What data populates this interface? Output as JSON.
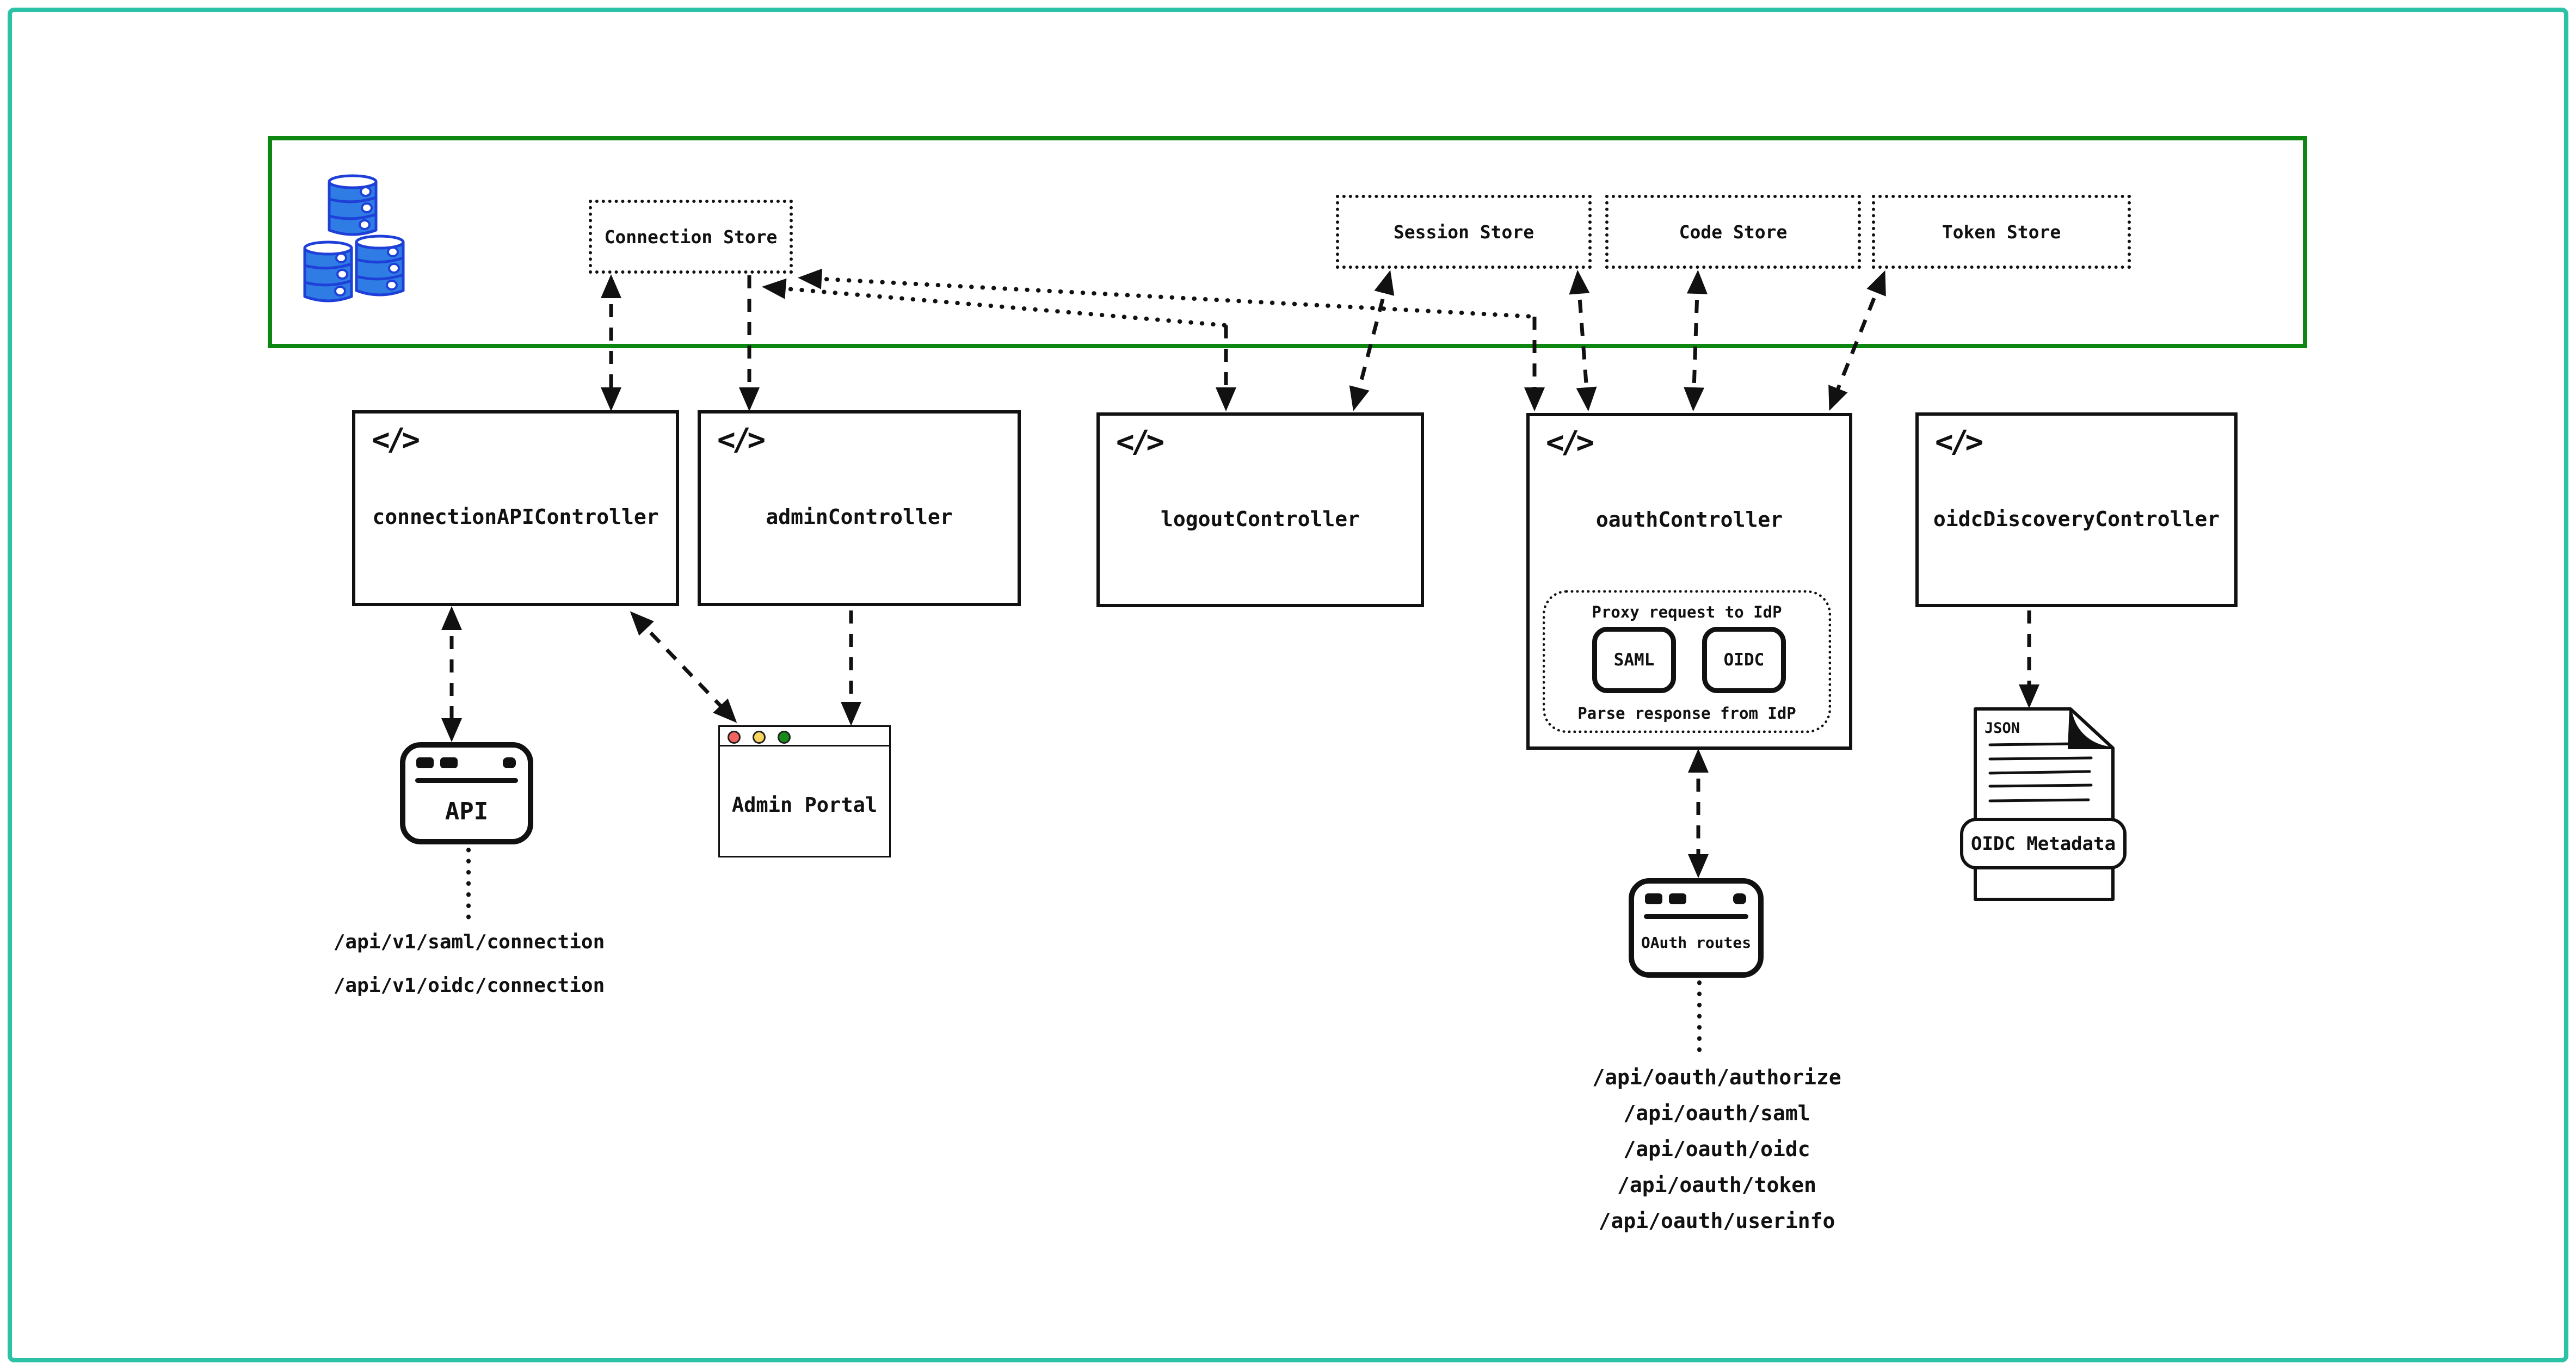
{
  "stores": {
    "connection": {
      "label": "Connection Store"
    },
    "session": {
      "label": "Session Store"
    },
    "code": {
      "label": "Code Store"
    },
    "token": {
      "label": "Token Store"
    }
  },
  "controllers": {
    "connection_api": {
      "label": "connectionAPIController"
    },
    "admin": {
      "label": "adminController"
    },
    "logout": {
      "label": "logoutController"
    },
    "oauth": {
      "label": "oauthController",
      "proxy_box": {
        "title": "Proxy request to IdP",
        "protocols": [
          "SAML",
          "OIDC"
        ],
        "footer": "Parse response from IdP"
      }
    },
    "oidc_discovery": {
      "label": "oidcDiscoveryController"
    }
  },
  "clients": {
    "api_window": {
      "label": "API"
    },
    "admin_portal": {
      "label": "Admin Portal"
    },
    "oauth_routes_window": {
      "label": "OAuth routes"
    },
    "oidc_metadata_doc": {
      "file_type_label": "JSON",
      "banner_label": "OIDC Metadata"
    }
  },
  "routes": {
    "connection_api": [
      "/api/v1/saml/connection",
      "/api/v1/oidc/connection"
    ],
    "oauth": [
      "/api/oauth/authorize",
      "/api/oauth/saml",
      "/api/oauth/oidc",
      "/api/oauth/token",
      "/api/oauth/userinfo"
    ]
  },
  "icons": {
    "code": "</>",
    "database": "database-cylinders-icon"
  },
  "colors": {
    "ink": "#111111",
    "outer_frame": "#2cc2a6",
    "data_zone_border": "#0e8612",
    "database_fill": "#2e7ce4",
    "database_stroke": "#1e40d8",
    "traffic_red": "#f4635e",
    "traffic_yellow": "#f7d35f",
    "traffic_green": "#168c16"
  }
}
